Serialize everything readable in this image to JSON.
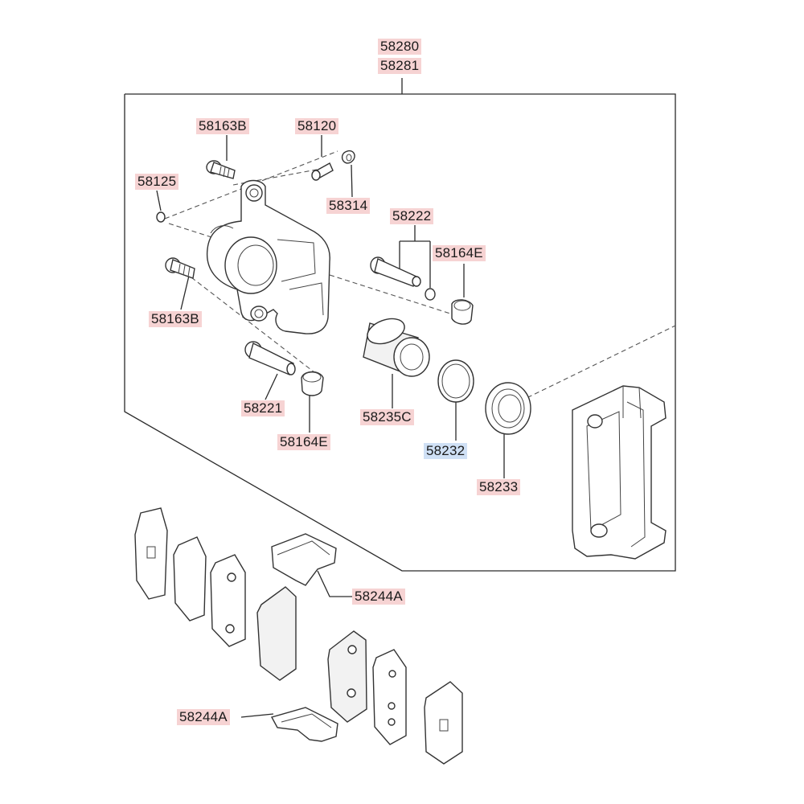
{
  "labels": {
    "assy_left": "58280",
    "assy_right": "58281",
    "bolt_top": "58163B",
    "bleeder": "58120",
    "bleeder_cap": "58125",
    "clip": "58314",
    "guide_pin_set": "58222",
    "boot_top": "58164E",
    "bolt_bottom": "58163B",
    "guide_pin": "58221",
    "boot_bottom": "58164E",
    "piston": "58235C",
    "piston_seal": "58232",
    "piston_boot": "58233",
    "pad_clip_top": "58244A",
    "pad_clip_bottom": "58244A"
  },
  "selected_part": "58232"
}
